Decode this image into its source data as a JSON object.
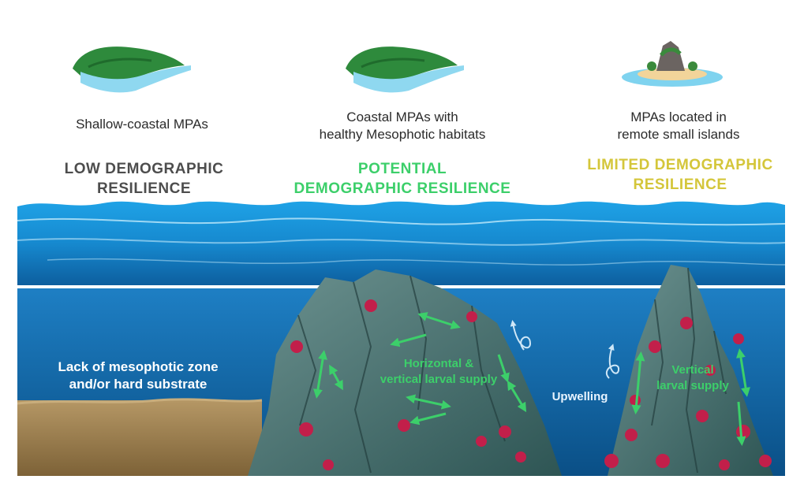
{
  "columns": [
    {
      "label": "Shallow-coastal MPAs",
      "resilience": "LOW DEMOGRAPHIC\nRESILIENCE",
      "color": "#4d4d4d"
    },
    {
      "label": "Coastal MPAs with\nhealthy Mesophotic habitats",
      "resilience": "POTENTIAL\nDEMOGRAPHIC RESILIENCE",
      "color": "#3ccf6a"
    },
    {
      "label": "MPAs located in\nremote small islands",
      "resilience": "LIMITED DEMOGRAPHIC\nRESILIENCE",
      "color": "#d4c63a"
    }
  ],
  "underwater": {
    "lack_label": "Lack of mesophotic zone\nand/or hard substrate",
    "horizontal_label": "Horizontal &\nvertical larval supply",
    "upwelling_label": "Upwelling",
    "vertical_label": "Vertical\nlarval supply"
  },
  "colors": {
    "sea_surface": "#1f9fe0",
    "deep_water": "#0a5a9a",
    "rock": "#4b7a78",
    "arrow_green": "#3ccf6a",
    "sand": "#a88a55",
    "coral_red": "#c21f4a"
  },
  "icons": [
    "coastal-island-icon",
    "coastal-island-icon",
    "tropical-island-icon"
  ]
}
